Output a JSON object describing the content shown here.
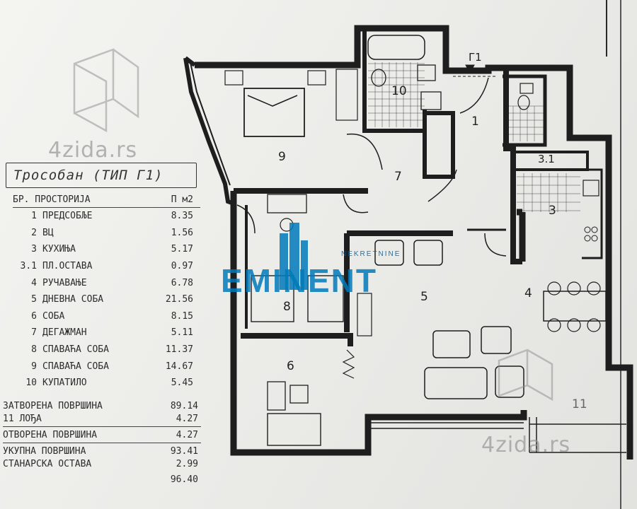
{
  "plan_title": "Трособан (ТИП Г1)",
  "table_header": {
    "col_num_room": "БР. ПРОСТОРИЈА",
    "col_area": "П м2"
  },
  "rooms": [
    {
      "num": "1",
      "name": "ПРЕДСОБЉЕ",
      "area": "8.35"
    },
    {
      "num": "2",
      "name": "ВЦ",
      "area": "1.56"
    },
    {
      "num": "3",
      "name": "КУХИЊА",
      "area": "5.17"
    },
    {
      "num": "3.1",
      "name": "ПЛ.ОСТАВА",
      "area": "0.97"
    },
    {
      "num": "4",
      "name": "РУЧАВАЊЕ",
      "area": "6.78"
    },
    {
      "num": "5",
      "name": "ДНЕВНА СОБА",
      "area": "21.56"
    },
    {
      "num": "6",
      "name": "СОБА",
      "area": "8.15"
    },
    {
      "num": "7",
      "name": "ДЕГАЖМАН",
      "area": "5.11"
    },
    {
      "num": "8",
      "name": "СПАВАЋА СОБА",
      "area": "11.37"
    },
    {
      "num": "9",
      "name": "СПАВАЋА СОБА",
      "area": "14.67"
    },
    {
      "num": "10",
      "name": "КУПАТИЛО",
      "area": "5.45"
    }
  ],
  "totals": [
    {
      "label": "ЗАТВОРЕНА ПОВРШИНА",
      "value": "89.14"
    },
    {
      "label": "11 ЛОЂА",
      "value": "4.27"
    },
    {
      "label": "ОТВОРЕНА ПОВРШИНА",
      "value": "4.27"
    },
    {
      "label": "УКУПНА ПОВРШИНА",
      "value": "93.41"
    },
    {
      "label": "СТАНАРСКА ОСТАВА",
      "value": "2.99"
    }
  ],
  "cut_value": "96.40",
  "plan_labels": {
    "r1": "1",
    "r3": "3",
    "r31": "3.1",
    "r4": "4",
    "r5": "5",
    "r6": "6",
    "r7": "7",
    "r8": "8",
    "r9": "9",
    "r10": "10",
    "r11": "11",
    "section": "Г1"
  },
  "watermarks": {
    "site_top": "4zida.rs",
    "site_bottom": "4zida.rs"
  },
  "brand": {
    "name": "EMINENT",
    "sub": "NEKRETNINE"
  },
  "colors": {
    "brand_blue": "#007aba",
    "wall": "#1e1e1e",
    "paper": "#efefec"
  }
}
